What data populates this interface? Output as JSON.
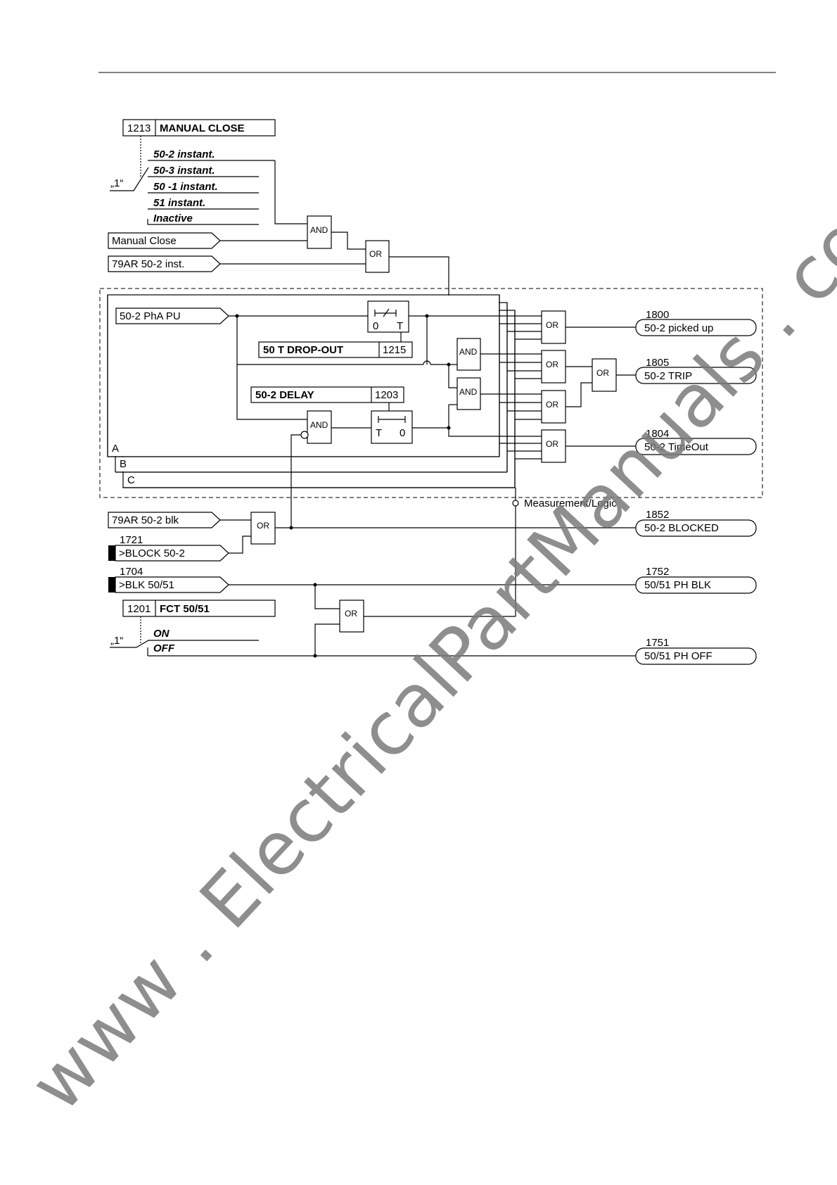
{
  "params": {
    "manual_close": {
      "number": "1213",
      "title": "MANUAL CLOSE"
    },
    "dropout": {
      "title": "50 T DROP-OUT",
      "number": "1215"
    },
    "delay": {
      "title": "50-2 DELAY",
      "number": "1203"
    },
    "fct": {
      "number": "1201",
      "title": "FCT 50/51"
    }
  },
  "manual_close_options": [
    "50-2 instant.",
    "50-3 instant.",
    "50 -1 instant.",
    "51 instant.",
    "Inactive"
  ],
  "fct_options": [
    "ON",
    "OFF"
  ],
  "switch_marker": "„1“",
  "inputs": {
    "manual_close": "Manual Close",
    "ar_inst": "79AR 50-2 inst.",
    "pha_pu": "50-2 PhA PU",
    "ar_blk": "79AR 50-2 blk",
    "block": {
      "number": "1721",
      "label": ">BLOCK 50-2"
    },
    "blk5051": {
      "number": "1704",
      "label": ">BLK 50/51"
    }
  },
  "phases": [
    "A",
    "B",
    "C"
  ],
  "gates": {
    "and": "AND",
    "or": "OR"
  },
  "timer": {
    "zero": "0",
    "t": "T"
  },
  "measurement_label": "Measurement/Logic",
  "outputs": [
    {
      "number": "1800",
      "label": "50-2 picked up"
    },
    {
      "number": "1805",
      "label": "50-2 TRIP"
    },
    {
      "number": "1804",
      "label": "50-2 TimeOut"
    },
    {
      "number": "1852",
      "label": "50-2 BLOCKED"
    },
    {
      "number": "1752",
      "label": "50/51 PH BLK"
    },
    {
      "number": "1751",
      "label": "50/51 PH OFF"
    }
  ],
  "watermark": "www . ElectricalPartManuals . com"
}
